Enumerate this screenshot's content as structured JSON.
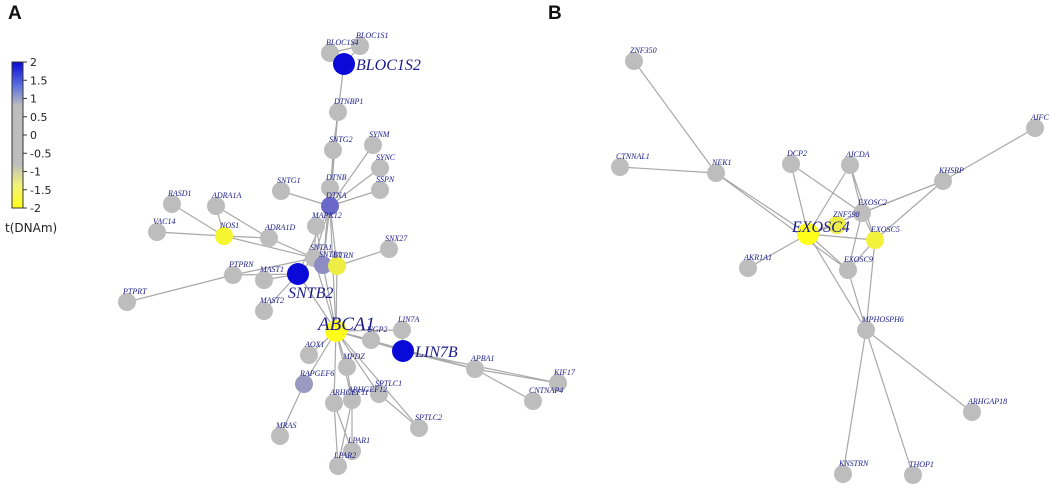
{
  "panel_a_letter": "A",
  "panel_b_letter": "B",
  "colorbar": {
    "title": "t(DNAm)",
    "ticks": [
      "2",
      "1.5",
      "1",
      "0.5",
      "0",
      "-0.5",
      "-1",
      "-1.5",
      "-2"
    ],
    "colors": {
      "high": "#0a0ad8",
      "mid": "#bdbdbd",
      "low": "#ffff1a"
    }
  },
  "colors": {
    "edge": "#a8a8a8",
    "node_gray": "#bdbdbd",
    "label_text": "#1a1a8a",
    "hub_label_text": "#000000"
  },
  "networks": {
    "a": {
      "nodes": [
        {
          "id": "BLOC1S1",
          "label": "BLOC1S1",
          "t": 0
        },
        {
          "id": "BLOC1S4",
          "label": "BLOC1S4",
          "t": 0
        },
        {
          "id": "BLOC1S2",
          "label": "BLOC1S2",
          "t": 2,
          "big": true
        },
        {
          "id": "DTNBP1",
          "label": "DTNBP1",
          "t": 0
        },
        {
          "id": "SNTG2",
          "label": "SNTG2",
          "t": 0
        },
        {
          "id": "SYNM",
          "label": "SYNM",
          "t": 0
        },
        {
          "id": "SYNC",
          "label": "SYNC",
          "t": 0
        },
        {
          "id": "SSPN",
          "label": "SSPN",
          "t": 0
        },
        {
          "id": "DTNB",
          "label": "DTNB",
          "t": 0
        },
        {
          "id": "SNTG1",
          "label": "SNTG1",
          "t": 0
        },
        {
          "id": "DTNA",
          "label": "DTNA",
          "t": 1.2
        },
        {
          "id": "RASD1",
          "label": "RASD1",
          "t": 0
        },
        {
          "id": "ADRA1A",
          "label": "ADRA1A",
          "t": 0
        },
        {
          "id": "MAPK12",
          "label": "MAPK12",
          "t": 0
        },
        {
          "id": "VAC14",
          "label": "VAC14",
          "t": 0
        },
        {
          "id": "NOS1",
          "label": "NOS1",
          "t": -1.8
        },
        {
          "id": "ADRA1D",
          "label": "ADRA1D",
          "t": 0
        },
        {
          "id": "SNTA1",
          "label": "SNTA1",
          "t": 0
        },
        {
          "id": "SNTB1",
          "label": "SNTB1",
          "t": 0.9
        },
        {
          "id": "UTRN",
          "label": "UTRN",
          "t": -1.6
        },
        {
          "id": "SNX27",
          "label": "SNX27",
          "t": 0
        },
        {
          "id": "PTPRN",
          "label": "PTPRN",
          "t": 0
        },
        {
          "id": "MAST1",
          "label": "MAST1",
          "t": 0
        },
        {
          "id": "SNTB2",
          "label": "SNTB2",
          "t": 2,
          "big": true
        },
        {
          "id": "PTPRT",
          "label": "PTPRT",
          "t": 0
        },
        {
          "id": "MAST2",
          "label": "MAST2",
          "t": 0
        },
        {
          "id": "ABCA1",
          "label": "ABCA1",
          "t": -2,
          "big": true,
          "hub": true
        },
        {
          "id": "LIN7A",
          "label": "LIN7A",
          "t": 0
        },
        {
          "id": "UGP2",
          "label": "UGP2",
          "t": 0
        },
        {
          "id": "LIN7B",
          "label": "LIN7B",
          "t": 2,
          "big": true
        },
        {
          "id": "AOX1",
          "label": "AOX1",
          "t": 0
        },
        {
          "id": "MPDZ",
          "label": "MPDZ",
          "t": 0
        },
        {
          "id": "APBA1",
          "label": "APBA1",
          "t": 0
        },
        {
          "id": "KIF17",
          "label": "KIF17",
          "t": 0
        },
        {
          "id": "RAPGEF6",
          "label": "RAPGEF6",
          "t": 0.8
        },
        {
          "id": "SPTLC1",
          "label": "SPTLC1",
          "t": 0
        },
        {
          "id": "ARHGEF12",
          "label": "ARHGEF12",
          "t": 0
        },
        {
          "id": "ARHGEF11",
          "label": "ARHGEF11",
          "t": 0
        },
        {
          "id": "CNTNAP4",
          "label": "CNTNAP4",
          "t": 0
        },
        {
          "id": "SPTLC2",
          "label": "SPTLC2",
          "t": 0
        },
        {
          "id": "MRAS",
          "label": "MRAS",
          "t": 0
        },
        {
          "id": "LPAR1",
          "label": "LPAR1",
          "t": 0
        },
        {
          "id": "LPAR2",
          "label": "LPAR2",
          "t": 0
        }
      ],
      "edges": [
        [
          "BLOC1S1",
          "BLOC1S2"
        ],
        [
          "BLOC1S4",
          "BLOC1S2"
        ],
        [
          "BLOC1S4",
          "BLOC1S1"
        ],
        [
          "BLOC1S2",
          "DTNBP1"
        ],
        [
          "DTNBP1",
          "DTNA"
        ],
        [
          "DTNBP1",
          "DTNB"
        ],
        [
          "DTNBP1",
          "SNTG2"
        ],
        [
          "SNTG2",
          "DTNA"
        ],
        [
          "SYNM",
          "DTNA"
        ],
        [
          "SYNC",
          "DTNA"
        ],
        [
          "SSPN",
          "DTNA"
        ],
        [
          "DTNB",
          "DTNA"
        ],
        [
          "DTNB",
          "SNTB1"
        ],
        [
          "SNTG1",
          "DTNA"
        ],
        [
          "DTNA",
          "SNTB1"
        ],
        [
          "DTNA",
          "SNTA1"
        ],
        [
          "DTNA",
          "UTRN"
        ],
        [
          "DTNA",
          "ABCA1"
        ],
        [
          "DTNA",
          "SNTB2"
        ],
        [
          "RASD1",
          "NOS1"
        ],
        [
          "ADRA1A",
          "ADRA1D"
        ],
        [
          "ADRA1A",
          "NOS1"
        ],
        [
          "VAC14",
          "NOS1"
        ],
        [
          "NOS1",
          "SNTA1"
        ],
        [
          "NOS1",
          "ADRA1D"
        ],
        [
          "ADRA1D",
          "SNTA1"
        ],
        [
          "MAPK12",
          "SNTA1"
        ],
        [
          "MAPK12",
          "SNTB1"
        ],
        [
          "SNTA1",
          "SNTB2"
        ],
        [
          "SNTA1",
          "SNTB1"
        ],
        [
          "SNTA1",
          "ABCA1"
        ],
        [
          "SNTB1",
          "ABCA1"
        ],
        [
          "SNTB2",
          "ABCA1"
        ],
        [
          "UTRN",
          "ABCA1"
        ],
        [
          "UTRN",
          "SNX27"
        ],
        [
          "PTPRN",
          "SNTB2"
        ],
        [
          "PTPRN",
          "SNTA1"
        ],
        [
          "PTPRN",
          "PTPRT"
        ],
        [
          "MAST1",
          "SNTB2"
        ],
        [
          "MAST2",
          "SNTB2"
        ],
        [
          "ABCA1",
          "UGP2"
        ],
        [
          "ABCA1",
          "LIN7B"
        ],
        [
          "ABCA1",
          "AOX1"
        ],
        [
          "ABCA1",
          "MPDZ"
        ],
        [
          "ABCA1",
          "SPTLC1"
        ],
        [
          "ABCA1",
          "RAPGEF6"
        ],
        [
          "ABCA1",
          "ARHGEF12"
        ],
        [
          "ABCA1",
          "ARHGEF11"
        ],
        [
          "ABCA1",
          "LIN7A"
        ],
        [
          "ABCA1",
          "SPTLC2"
        ],
        [
          "ABCA1",
          "APBA1"
        ],
        [
          "LIN7B",
          "APBA1"
        ],
        [
          "LIN7A",
          "LIN7B"
        ],
        [
          "APBA1",
          "KIF17"
        ],
        [
          "APBA1",
          "CNTNAP4"
        ],
        [
          "LIN7B",
          "KIF17"
        ],
        [
          "RAPGEF6",
          "MRAS"
        ],
        [
          "ARHGEF11",
          "LPAR1"
        ],
        [
          "ARHGEF11",
          "LPAR2"
        ],
        [
          "ARHGEF12",
          "LPAR1"
        ],
        [
          "ARHGEF12",
          "LPAR2"
        ],
        [
          "MPDZ",
          "ARHGEF12"
        ],
        [
          "SPTLC1",
          "SPTLC2"
        ]
      ]
    },
    "b": {
      "nodes": [
        {
          "id": "ZNF350",
          "label": "ZNF350",
          "t": 0
        },
        {
          "id": "CTNNAL1",
          "label": "CTNNAL1",
          "t": 0
        },
        {
          "id": "NEK1",
          "label": "NEK1",
          "t": 0
        },
        {
          "id": "DCP2",
          "label": "DCP2",
          "t": 0
        },
        {
          "id": "AICDA",
          "label": "AICDA",
          "t": 0
        },
        {
          "id": "AIFC",
          "label": "AIFC",
          "t": 0
        },
        {
          "id": "KHSRP",
          "label": "KHSRP",
          "t": 0
        },
        {
          "id": "EXOSC2",
          "label": "EXOSC2",
          "t": 0
        },
        {
          "id": "ZNF598",
          "label": "ZNF598",
          "t": -1.6
        },
        {
          "id": "EXOSC4",
          "label": "EXOSC4",
          "t": -2,
          "big": true
        },
        {
          "id": "EXOSC5",
          "label": "EXOSC5",
          "t": -1.7
        },
        {
          "id": "AKR1A1",
          "label": "AKR1A1",
          "t": 0
        },
        {
          "id": "EXOSC9",
          "label": "EXOSC9",
          "t": 0
        },
        {
          "id": "MPHOSPH6",
          "label": "MPHOSPH6",
          "t": 0
        },
        {
          "id": "ARHGAP18",
          "label": "ARHGAP18",
          "t": 0
        },
        {
          "id": "KNSTRN",
          "label": "KNSTRN",
          "t": 0
        },
        {
          "id": "THOP1",
          "label": "THOP1",
          "t": 0
        }
      ],
      "edges": [
        [
          "ZNF350",
          "NEK1"
        ],
        [
          "CTNNAL1",
          "NEK1"
        ],
        [
          "NEK1",
          "EXOSC4"
        ],
        [
          "NEK1",
          "EXOSC9"
        ],
        [
          "DCP2",
          "EXOSC4"
        ],
        [
          "DCP2",
          "EXOSC2"
        ],
        [
          "AICDA",
          "EXOSC4"
        ],
        [
          "AICDA",
          "EXOSC2"
        ],
        [
          "AICDA",
          "EXOSC5"
        ],
        [
          "AIFC",
          "KHSRP"
        ],
        [
          "KHSRP",
          "EXOSC4"
        ],
        [
          "KHSRP",
          "EXOSC5"
        ],
        [
          "KHSRP",
          "EXOSC2"
        ],
        [
          "EXOSC2",
          "EXOSC4"
        ],
        [
          "EXOSC2",
          "EXOSC5"
        ],
        [
          "EXOSC2",
          "EXOSC9"
        ],
        [
          "ZNF598",
          "EXOSC4"
        ],
        [
          "EXOSC4",
          "EXOSC5"
        ],
        [
          "EXOSC4",
          "EXOSC9"
        ],
        [
          "EXOSC4",
          "AKR1A1"
        ],
        [
          "EXOSC4",
          "MPHOSPH6"
        ],
        [
          "EXOSC5",
          "EXOSC9"
        ],
        [
          "EXOSC5",
          "MPHOSPH6"
        ],
        [
          "EXOSC9",
          "MPHOSPH6"
        ],
        [
          "MPHOSPH6",
          "ARHGAP18"
        ],
        [
          "MPHOSPH6",
          "KNSTRN"
        ],
        [
          "MPHOSPH6",
          "THOP1"
        ]
      ]
    }
  }
}
